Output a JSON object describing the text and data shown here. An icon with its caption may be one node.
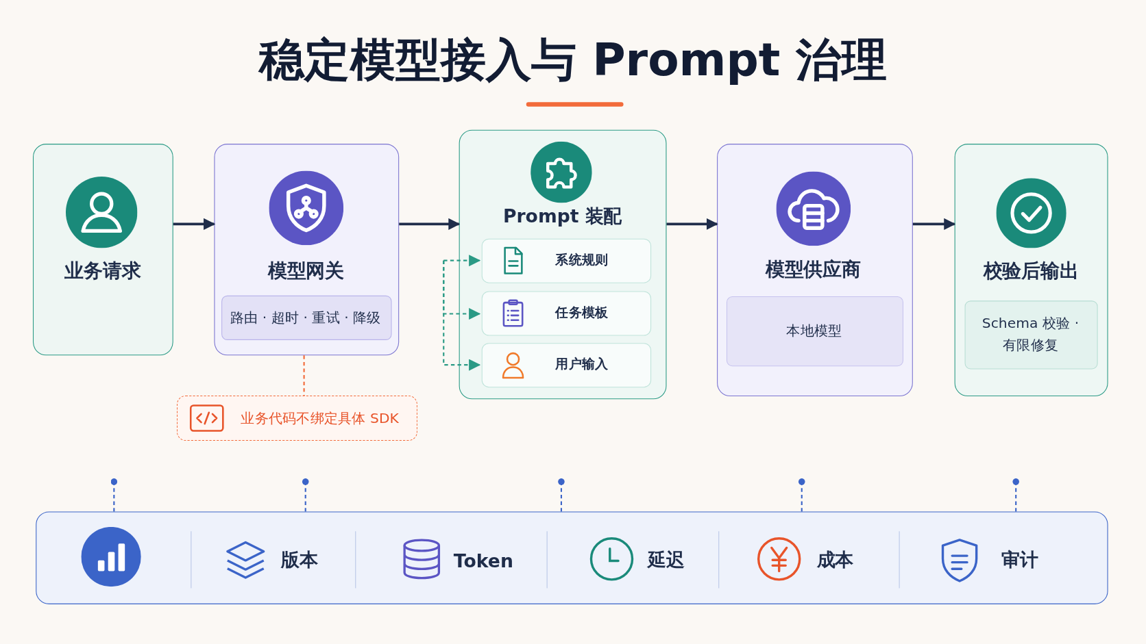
{
  "diagram": {
    "title": "稳定模型接入与 Prompt 治理",
    "nodes": [
      {
        "text": [
          "业务请求"
        ]
      },
      {
        "text": [
          "模型网关"
        ]
      },
      {
        "text": [
          "路由 · 超时 · 重试 · 降级"
        ],
        "in": 1
      },
      {
        "text": [
          "Prompt 装配"
        ]
      },
      {
        "text": [
          "系统规则"
        ],
        "in": 3
      },
      {
        "text": [
          "任务模板"
        ],
        "in": 3
      },
      {
        "text": [
          "用户输入"
        ],
        "in": 3
      },
      {
        "text": [
          "模型供应商"
        ]
      },
      {
        "text": [
          "本地模型"
        ],
        "in": 7
      },
      {
        "text": [
          "校验后输出"
        ]
      },
      {
        "text": [
          "Schema 校验 · 有限修复"
        ],
        "in": 9
      },
      {
        "text": [
          "业务代码不绑定具体 SDK"
        ]
      },
      {
        "text": [],
        "shape": "bar"
      },
      {
        "text": [
          "版本"
        ],
        "in": 12
      },
      {
        "text": [
          "Token"
        ],
        "in": 12
      },
      {
        "text": [
          "延迟"
        ],
        "in": 12
      },
      {
        "text": [
          "成本"
        ],
        "in": 12
      },
      {
        "text": [
          "审计"
        ],
        "in": 12
      }
    ],
    "edges": [
      {
        "from": 0,
        "to": 1,
        "arrow": "to",
        "color": "#1f2d4a"
      },
      {
        "from": 1,
        "to": 3,
        "arrow": "to",
        "color": "#1f2d4a"
      },
      {
        "from": 3,
        "to": 7,
        "arrow": "to",
        "color": "#1f2d4a"
      },
      {
        "from": 7,
        "to": 9,
        "arrow": "to",
        "color": "#1f2d4a"
      },
      {
        "from": null,
        "to": 4,
        "arrow": "to",
        "style": "dashed",
        "color": "#2a9a85"
      },
      {
        "from": null,
        "to": 5,
        "arrow": "to",
        "style": "dashed",
        "color": "#2a9a85"
      },
      {
        "from": null,
        "to": 6,
        "arrow": "to",
        "style": "dashed",
        "color": "#2a9a85"
      },
      {
        "from": 1,
        "to": 11,
        "arrow": "none",
        "style": "dashed",
        "color": "#f26b3a"
      },
      {
        "from": null,
        "to": 12,
        "arrow": "other",
        "style": "dashed",
        "color": "#3b64c8"
      },
      {
        "from": null,
        "to": 12,
        "arrow": "other",
        "style": "dashed",
        "color": "#3b64c8"
      },
      {
        "from": null,
        "to": 12,
        "arrow": "other",
        "style": "dashed",
        "color": "#3b64c8"
      },
      {
        "from": null,
        "to": 12,
        "arrow": "other",
        "style": "dashed",
        "color": "#3b64c8"
      },
      {
        "from": null,
        "to": 12,
        "arrow": "other",
        "style": "dashed",
        "color": "#3b64c8"
      }
    ]
  }
}
